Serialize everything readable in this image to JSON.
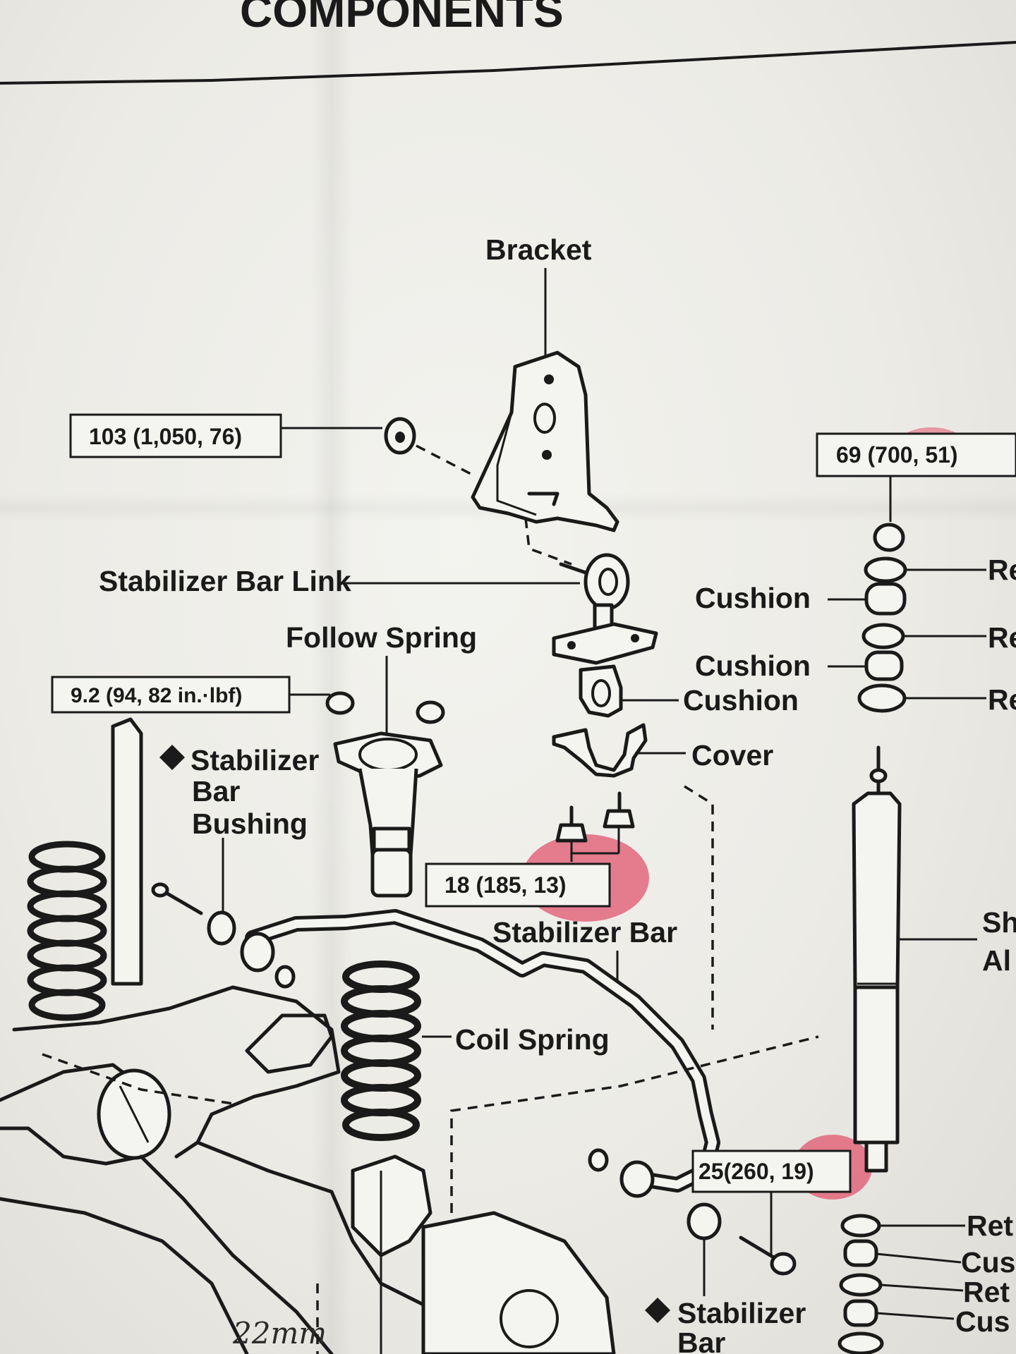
{
  "title": "COMPONENTS",
  "labels": {
    "bracket": "Bracket",
    "stabilizer_bar_link": "Stabilizer Bar Link",
    "follow_spring": "Follow Spring",
    "cushion_1": "Cushion",
    "cushion_2": "Cushion",
    "cushion_3": "Cushion",
    "cover": "Cover",
    "stabilizer_bar": "Stabilizer Bar",
    "coil_spring": "Coil Spring",
    "bushing_line1": "Stabilizer",
    "bushing_line2": "Bar",
    "bushing_line3": "Bushing",
    "bottom_stabilizer_line1": "Stabilizer",
    "bottom_stabilizer_line2": "Bar",
    "right_re_1": "Re",
    "right_re_2": "Re",
    "right_re_3": "Re",
    "shock_line1": "Sh",
    "shock_line2": "Al",
    "right_ret_1": "Ret",
    "right_cus_1": "Cus",
    "right_ret_2": "Ret",
    "right_cus_2": "Cus"
  },
  "torque_specs": {
    "spec_103": "103 (1,050, 76)",
    "spec_69": "69 (700, 51)",
    "spec_9_2": "9.2 (94, 82 in.·lbf)",
    "spec_18": "18 (185, 13)",
    "spec_25": "25(260, 19)"
  },
  "handwritten_note": "22mm",
  "highlight_color": "#e0566e"
}
